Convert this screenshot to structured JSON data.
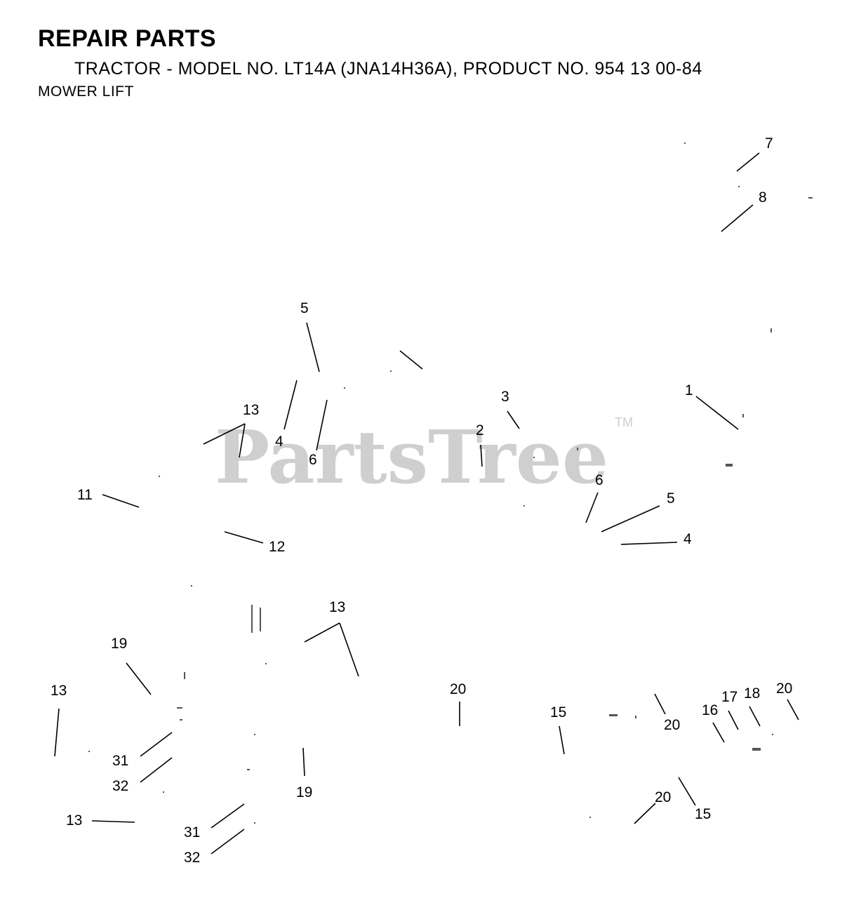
{
  "header": {
    "title": "REPAIR PARTS",
    "subtitle": "TRACTOR - MODEL NO. LT14A (JNA14H36A), PRODUCT NO. 954 13 00-84",
    "section": "MOWER LIFT"
  },
  "watermark": {
    "text": "PartsTree",
    "trademark": "TM",
    "color": "#cfcfcf"
  },
  "callouts": [
    {
      "id": "c7",
      "label": "7"
    },
    {
      "id": "c8",
      "label": "8"
    },
    {
      "id": "c5a",
      "label": "5"
    },
    {
      "id": "c1",
      "label": "1"
    },
    {
      "id": "c3",
      "label": "3"
    },
    {
      "id": "c13a",
      "label": "13"
    },
    {
      "id": "c2",
      "label": "2"
    },
    {
      "id": "c4a",
      "label": "4"
    },
    {
      "id": "c6a",
      "label": "6"
    },
    {
      "id": "c6b",
      "label": "6"
    },
    {
      "id": "c11",
      "label": "11"
    },
    {
      "id": "c5b",
      "label": "5"
    },
    {
      "id": "c4b",
      "label": "4"
    },
    {
      "id": "c12",
      "label": "12"
    },
    {
      "id": "c13b",
      "label": "13"
    },
    {
      "id": "c19a",
      "label": "19"
    },
    {
      "id": "c13c",
      "label": "13"
    },
    {
      "id": "c20a",
      "label": "20"
    },
    {
      "id": "c20b",
      "label": "20"
    },
    {
      "id": "c17",
      "label": "17"
    },
    {
      "id": "c18",
      "label": "18"
    },
    {
      "id": "c16",
      "label": "16"
    },
    {
      "id": "c15a",
      "label": "15"
    },
    {
      "id": "c20c",
      "label": "20"
    },
    {
      "id": "c31a",
      "label": "31"
    },
    {
      "id": "c32a",
      "label": "32"
    },
    {
      "id": "c19b",
      "label": "19"
    },
    {
      "id": "c13d",
      "label": "13"
    },
    {
      "id": "c20d",
      "label": "20"
    },
    {
      "id": "c15b",
      "label": "15"
    },
    {
      "id": "c31b",
      "label": "31"
    },
    {
      "id": "c32b",
      "label": "32"
    }
  ]
}
